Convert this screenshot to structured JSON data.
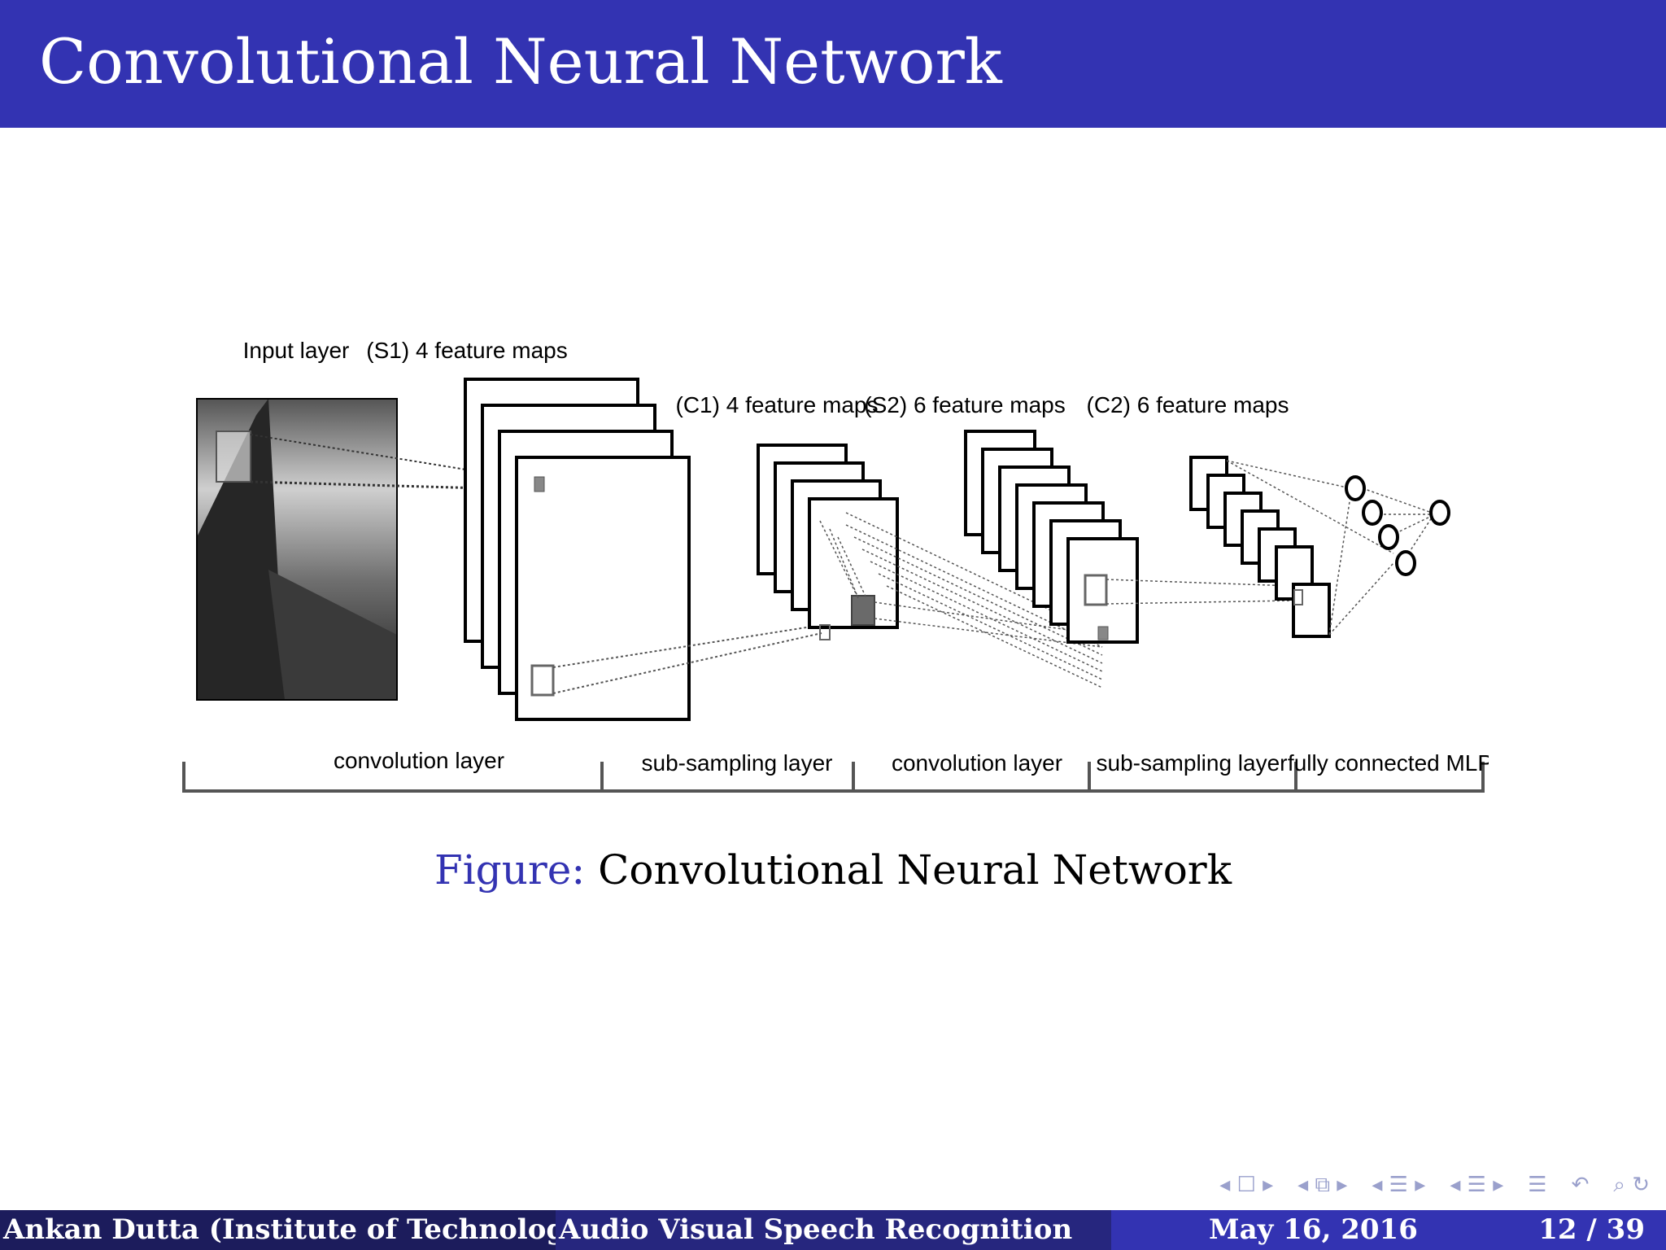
{
  "header": {
    "title": "Convolutional Neural Network"
  },
  "figure": {
    "top_labels": {
      "input": "Input layer",
      "s1": "(S1) 4 feature maps",
      "c1": "(C1) 4 feature maps",
      "s2": "(S2) 6 feature maps",
      "c2": "(C2) 6 feature maps"
    },
    "bottom_labels": [
      "convolution layer",
      "sub-sampling layer",
      "convolution layer",
      "sub-sampling layer",
      "fully connected MLP"
    ],
    "caption_label": "Figure:",
    "caption_text": "Convolutional Neural Network"
  },
  "nav_icons": [
    "nav-frame-icon",
    "nav-subsection-icon",
    "nav-section-icon",
    "nav-document-icon",
    "nav-align-icon",
    "nav-undo-icon",
    "nav-search-icon"
  ],
  "footer": {
    "author": "Ankan Dutta (Institute of Technology)",
    "title": "Audio Visual Speech Recognition",
    "date": "May 16, 2016",
    "page": "12 / 39"
  }
}
